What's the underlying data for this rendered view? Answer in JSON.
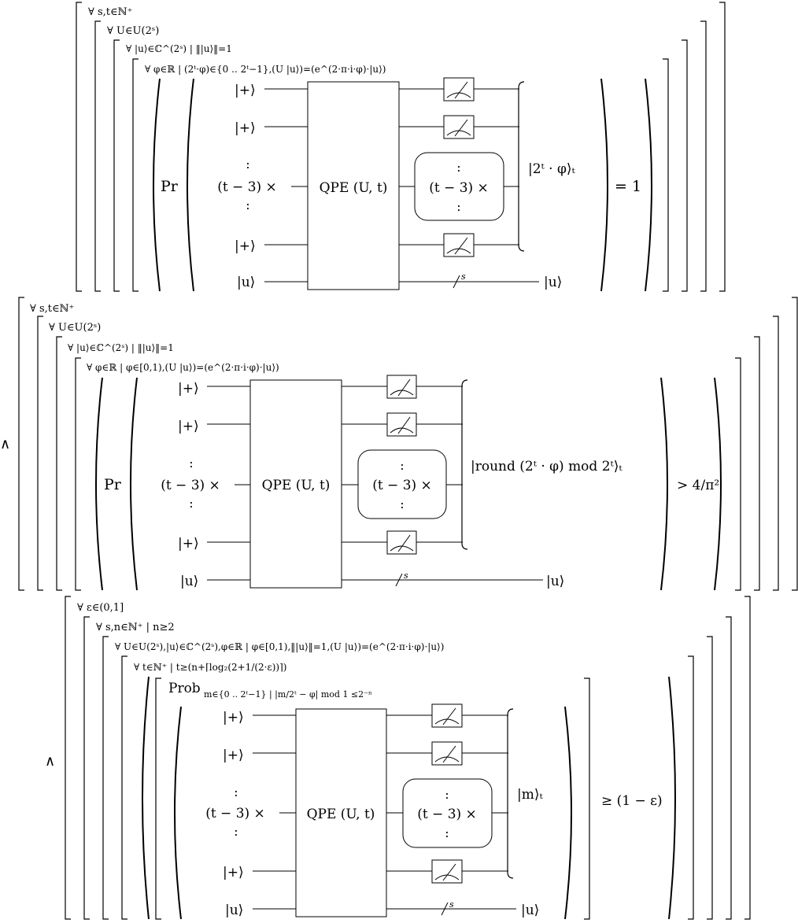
{
  "blocks": [
    {
      "quantifiers": [
        "∀ s,t∈ℕ⁺",
        "∀ U∈U(2ˢ)",
        "∀ |u⟩∈ℂ^(2ˢ) | ‖|u⟩‖=1",
        "∀ φ∈ℝ | (2ᵗ·φ)∈{0 .. 2ᵗ−1},(U |u⟩)=(e^(2·π·i·φ)·|u⟩)"
      ],
      "prob_label": "Pr",
      "prob_subscript": "",
      "inputs": [
        "|+⟩",
        "|+⟩",
        "(t − 3) ×",
        "|+⟩",
        "|u⟩"
      ],
      "dots": ":",
      "gate": "QPE (U, t)",
      "mid_group": "(t − 3) ×",
      "bus_label": "s",
      "outcome": "|2ᵗ · φ⟩ₜ",
      "output_u": "|u⟩",
      "relation": "= 1"
    },
    {
      "quantifiers": [
        "∀ s,t∈ℕ⁺",
        "∀ U∈U(2ˢ)",
        "∀ |u⟩∈ℂ^(2ˢ) | ‖|u⟩‖=1",
        "∀ φ∈ℝ | φ∈[0,1),(U |u⟩)=(e^(2·π·i·φ)·|u⟩)"
      ],
      "prob_label": "Pr",
      "prob_subscript": "",
      "inputs": [
        "|+⟩",
        "|+⟩",
        "(t − 3) ×",
        "|+⟩",
        "|u⟩"
      ],
      "dots": ":",
      "gate": "QPE (U, t)",
      "mid_group": "(t − 3) ×",
      "bus_label": "s",
      "outcome": "|round (2ᵗ · φ)  mod 2ᵗ⟩ₜ",
      "output_u": "|u⟩",
      "relation": "> 4/π²"
    },
    {
      "quantifiers": [
        "∀ ε∈(0,1]",
        "∀ s,n∈ℕ⁺ | n≥2",
        "∀ U∈U(2ˢ),|u⟩∈ℂ^(2ˢ),φ∈ℝ | φ∈[0,1),‖|u⟩‖=1,(U |u⟩)=(e^(2·π·i·φ)·|u⟩)",
        "∀ t∈ℕ⁺ | t≥(n+⌈log₂(2+1/(2·ε))⌉)"
      ],
      "prob_label": "Prob",
      "prob_subscript": "m∈{0 .. 2ᵗ−1} | |m/2ᵗ − φ| mod 1 ≤2⁻ⁿ",
      "inputs": [
        "|+⟩",
        "|+⟩",
        "(t − 3) ×",
        "|+⟩",
        "|u⟩"
      ],
      "dots": ":",
      "gate": "QPE (U, t)",
      "mid_group": "(t − 3) ×",
      "bus_label": "s",
      "outcome": "|m⟩ₜ",
      "output_u": "|u⟩",
      "relation": "≥ (1 − ε)"
    }
  ],
  "connectives": [
    "∧",
    "∧"
  ]
}
